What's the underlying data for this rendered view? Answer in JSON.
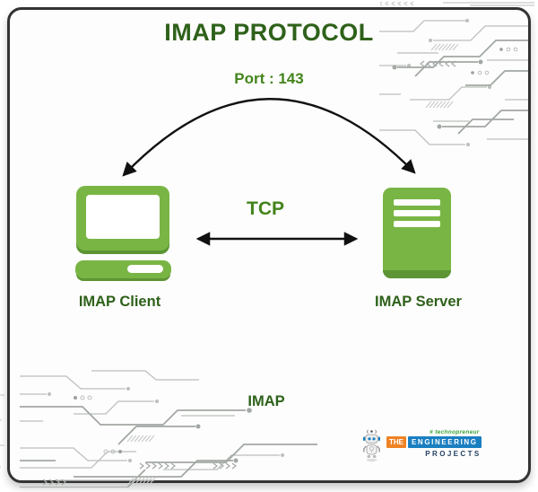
{
  "title": "IMAP PROTOCOL",
  "diagram": {
    "port_label": "Port : 143",
    "tcp_label": "TCP",
    "client_label": "IMAP Client",
    "server_label": "IMAP Server",
    "bottom_label": "IMAP",
    "client_icon": "laptop-icon",
    "server_icon": "server-icon",
    "arc_arrow": "bidirectional-curved-arrow",
    "tcp_arrow": "bidirectional-horizontal-arrow"
  },
  "colors": {
    "title_green": "#2e611a",
    "accent_green": "#44841c",
    "icon_green": "#79b544",
    "icon_green_dark": "#5d9434",
    "arrow_black": "#111111",
    "circuit_gray_light": "#bcc0bc",
    "circuit_gray_mid": "#a2a8a3",
    "border_dark": "#333333",
    "tagline_green": "#3aa53a",
    "the_orange": "#ef8326",
    "eng_blue": "#1a7fc1",
    "projects_navy": "#223f63"
  },
  "logo": {
    "tagline": "# technopreneur",
    "word_the": "THE",
    "word_engineering": "ENGINEERING",
    "word_projects": "PROJECTS"
  }
}
